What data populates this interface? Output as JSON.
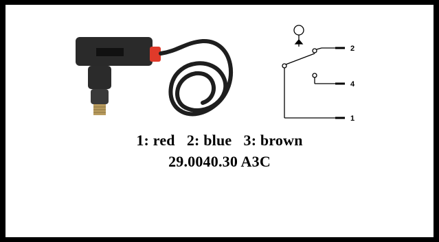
{
  "caption": {
    "wire_colors": "1: red   2: blue   3: brown",
    "part_number": "29.0040.30 A3C"
  },
  "schematic": {
    "terminals": [
      "2",
      "4",
      "1"
    ]
  },
  "colors": {
    "border": "#000000",
    "background": "#ffffff",
    "connector_accent": "#e03a2a"
  }
}
